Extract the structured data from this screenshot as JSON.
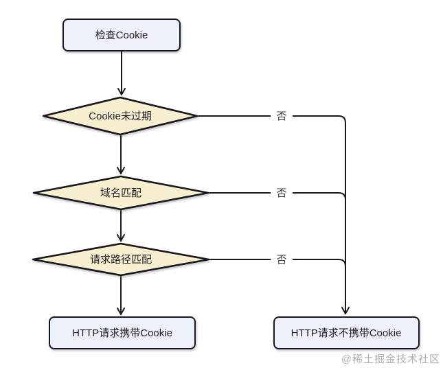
{
  "diagram": {
    "type": "flowchart",
    "nodes": [
      {
        "id": "check-cookie",
        "type": "process",
        "label": "检查Cookie"
      },
      {
        "id": "cookie-not-expired",
        "type": "decision",
        "label": "Cookie未过期"
      },
      {
        "id": "domain-match",
        "type": "decision",
        "label": "域名匹配"
      },
      {
        "id": "path-match",
        "type": "decision",
        "label": "请求路径匹配"
      },
      {
        "id": "http-with-cookie",
        "type": "process",
        "label": "HTTP请求携带Cookie"
      },
      {
        "id": "http-without-cookie",
        "type": "process",
        "label": "HTTP请求不携带Cookie"
      }
    ],
    "edges": [
      {
        "from": "check-cookie",
        "to": "cookie-not-expired",
        "label": ""
      },
      {
        "from": "cookie-not-expired",
        "to": "domain-match",
        "label": ""
      },
      {
        "from": "domain-match",
        "to": "path-match",
        "label": ""
      },
      {
        "from": "path-match",
        "to": "http-with-cookie",
        "label": ""
      },
      {
        "from": "cookie-not-expired",
        "to": "http-without-cookie",
        "label": "否"
      },
      {
        "from": "domain-match",
        "to": "http-without-cookie",
        "label": "否"
      },
      {
        "from": "path-match",
        "to": "http-without-cookie",
        "label": "否"
      }
    ],
    "colors": {
      "background": "#ffffff",
      "process_fill": "#eef1fb",
      "decision_fill": "#f8eed0",
      "stroke": "#18181c",
      "node_text": "#1d1d22",
      "edge_label_text": "#3d3d3d",
      "watermark": "#b2afaf"
    },
    "watermark": "@稀土掘金技术社区"
  }
}
